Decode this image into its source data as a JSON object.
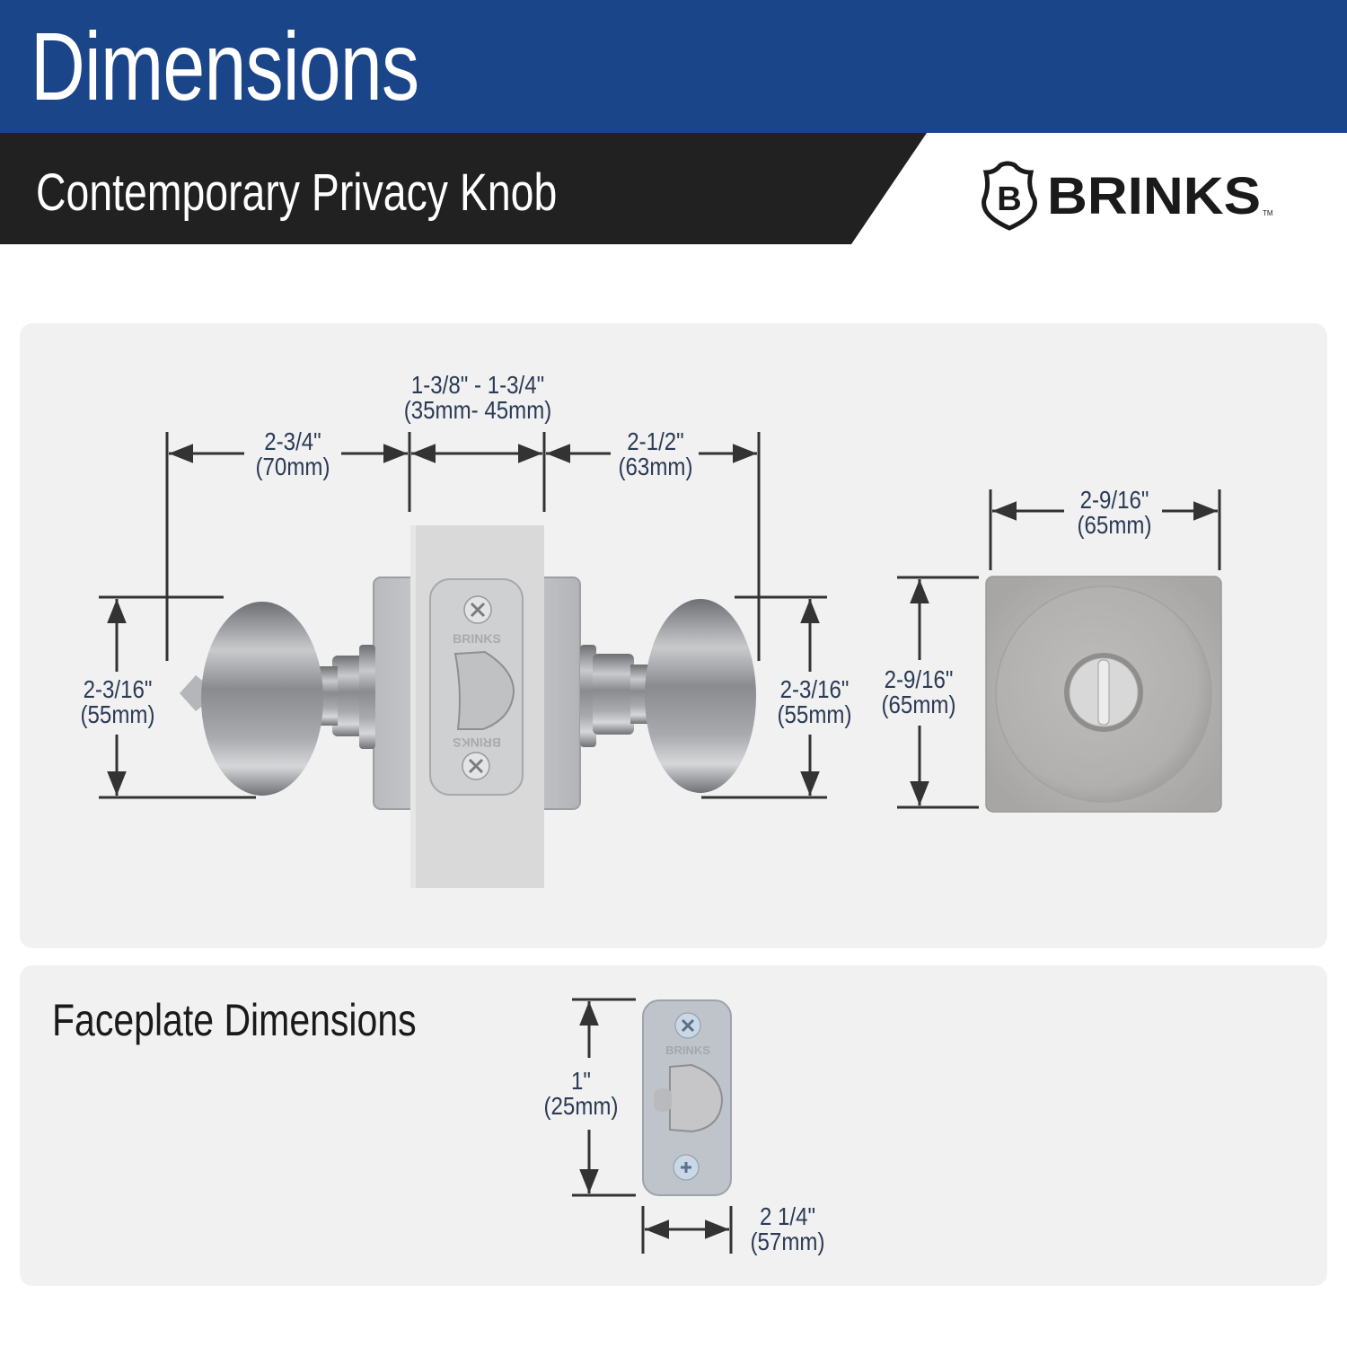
{
  "header": {
    "title": "Dimensions",
    "subtitle": "Contemporary Privacy Knob",
    "brand": "BRINKS",
    "brand_mark": "B",
    "trademark": "TM",
    "colors": {
      "header_blue": "#1a4589",
      "subheader_black": "#212121",
      "panel_gray": "#f1f1f1",
      "dimension_text": "#2b3a55"
    }
  },
  "side_view": {
    "knob_projection_left": {
      "imperial": "2-3/4\"",
      "metric": "(70mm)"
    },
    "door_thickness": {
      "imperial": "1-3/8\" - 1-3/4\"",
      "metric": "(35mm- 45mm)"
    },
    "knob_projection_right": {
      "imperial": "2-1/2\"",
      "metric": "(63mm)"
    },
    "knob_diameter_left": {
      "imperial": "2-3/16\"",
      "metric": "(55mm)"
    },
    "knob_diameter_right": {
      "imperial": "2-3/16\"",
      "metric": "(55mm)"
    },
    "latch_plate_brand": "BRINKS"
  },
  "rose_view": {
    "width": {
      "imperial": "2-9/16\"",
      "metric": "(65mm)"
    },
    "height": {
      "imperial": "2-9/16\"",
      "metric": "(65mm)"
    }
  },
  "faceplate": {
    "title": "Faceplate Dimensions",
    "width": {
      "imperial": "1\"",
      "metric": "(25mm)"
    },
    "backset": {
      "imperial": "2 1/4\"",
      "metric": "(57mm)"
    },
    "brand": "BRINKS"
  }
}
